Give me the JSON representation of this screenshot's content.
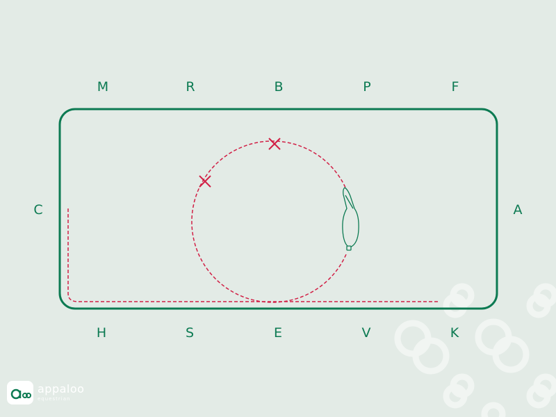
{
  "arena": {
    "letters_top": [
      "M",
      "R",
      "B",
      "P",
      "F"
    ],
    "letters_bottom": [
      "H",
      "S",
      "E",
      "V",
      "K"
    ],
    "letter_left": "C",
    "letter_right": "A",
    "arena_color": "#0c7a52",
    "path_color": "#d11f45",
    "background_color": "#e3ebe6"
  },
  "path": {
    "style": "dashed",
    "markers": [
      "cross-marker",
      "cross-marker"
    ],
    "horse_icon": "horse-top-view-icon"
  },
  "logo": {
    "name": "appaloo",
    "tagline": "equestrian",
    "icon": "appaloo-logo-icon"
  }
}
